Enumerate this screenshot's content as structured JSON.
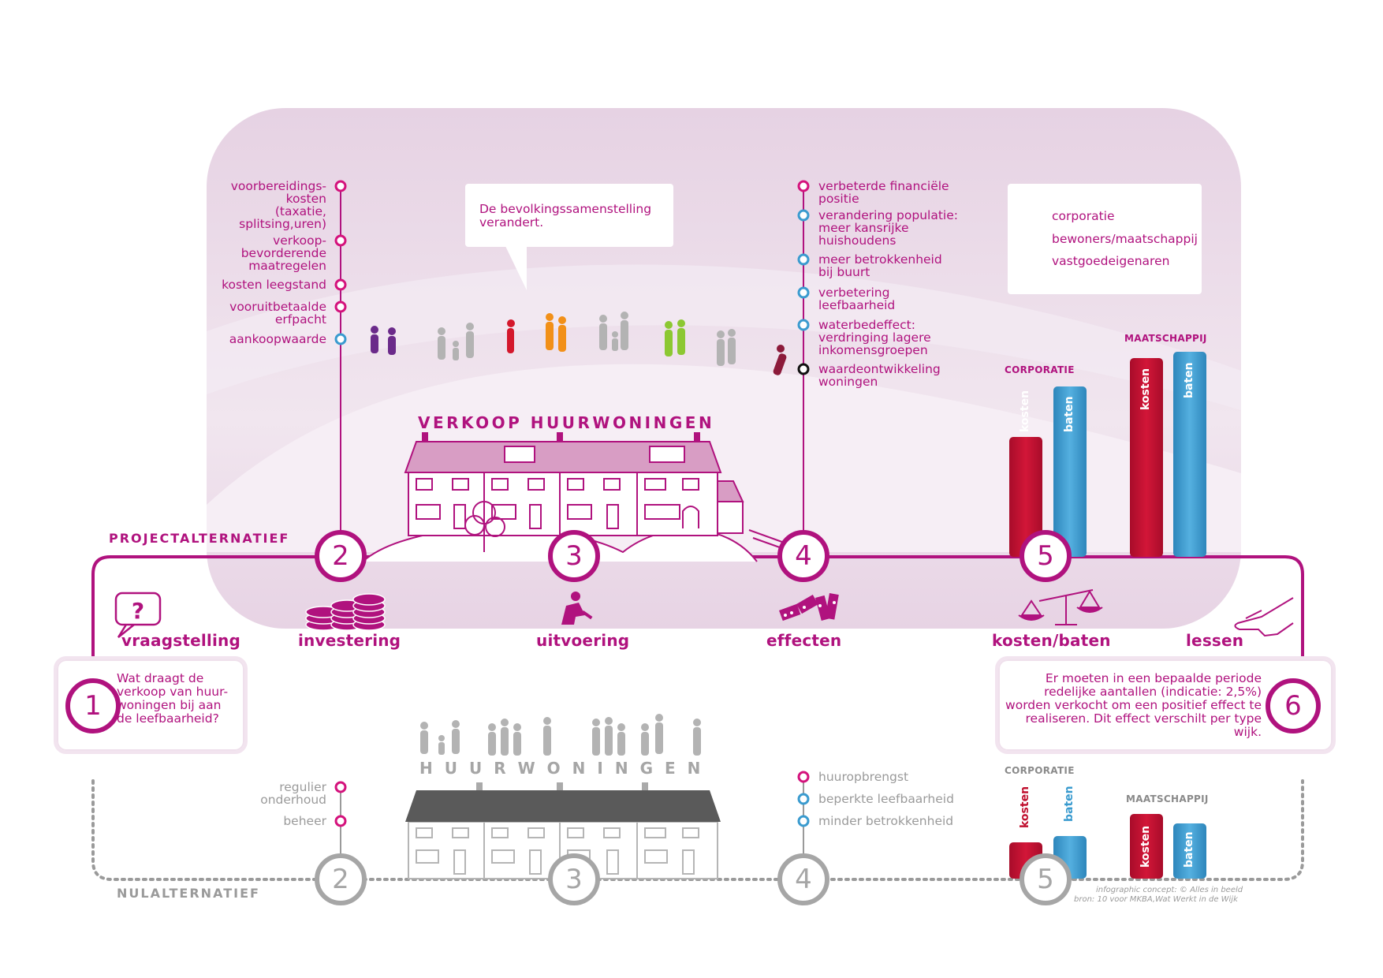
{
  "title": "VERKOOP HUURWONINGEN",
  "null_title": "HUURWONINGEN",
  "sections": {
    "project": "PROJECTALTERNATIEF",
    "null": "NULALTERNATIEF"
  },
  "steps": [
    {
      "num": "1",
      "label": "vraagstelling"
    },
    {
      "num": "2",
      "label": "investering"
    },
    {
      "num": "3",
      "label": "uitvoering"
    },
    {
      "num": "4",
      "label": "effecten"
    },
    {
      "num": "5",
      "label": "kosten/baten"
    },
    {
      "num": "6",
      "label": "lessen"
    }
  ],
  "question": "Wat draagt de verkoop van huur-woningen bij aan de leefbaarheid?",
  "lesson": "Er moeten in een bepaalde periode redelijke aantallen (indicatie: 2,5%) worden verkocht om een positief effect te realiseren. Dit effect verschilt per type wijk.",
  "speech": "De bevolkingssamenstelling verandert.",
  "project_costs": [
    {
      "text": "voorbereidings-\nkosten\n(taxatie,\nsplitsing,uren)",
      "group": "corporatie"
    },
    {
      "text": "verkoop-\nbevorderende\nmaatregelen",
      "group": "corporatie"
    },
    {
      "text": "kosten leegstand",
      "group": "corporatie"
    },
    {
      "text": "vooruitbetaalde\nerfpacht",
      "group": "corporatie"
    },
    {
      "text": "aankoopwaarde",
      "group": "bewoners"
    }
  ],
  "project_effects": [
    {
      "text": "verbeterde financiële\npositie",
      "group": "corporatie"
    },
    {
      "text": "verandering populatie:\nmeer kansrijke\nhuishoudens",
      "group": "bewoners"
    },
    {
      "text": "meer betrokkenheid\nbij buurt",
      "group": "bewoners"
    },
    {
      "text": "verbetering\nleefbaarheid",
      "group": "bewoners"
    },
    {
      "text": "waterbedeffect:\nverdringing lagere\ninkomensgroepen",
      "group": "bewoners"
    },
    {
      "text": "waardeontwikkeling\nwoningen",
      "group": "vastgoed"
    }
  ],
  "null_costs": [
    {
      "text": "regulier\nonderhoud",
      "group": "corporatie"
    },
    {
      "text": "beheer",
      "group": "corporatie"
    }
  ],
  "null_effects": [
    {
      "text": "huuropbrengst",
      "group": "corporatie"
    },
    {
      "text": "beperkte leefbaarheid",
      "group": "bewoners"
    },
    {
      "text": "minder betrokkenheid",
      "group": "bewoners"
    }
  ],
  "legend": [
    {
      "label": "corporatie",
      "color": "#d4127c"
    },
    {
      "label": "bewoners/maatschappij",
      "color": "#3a9bcf"
    },
    {
      "label": "vastgoedeigenaren",
      "color": "#111111"
    }
  ],
  "bar_groups": {
    "corporatie": "CORPORATIE",
    "maatschappij": "MAATSCHAPPIJ",
    "kosten": "kosten",
    "baten": "baten"
  },
  "credits": {
    "line1": "infographic concept: © Alles in beeld",
    "line2": "bron:  10 voor MKBA,Wat Werkt in de Wijk"
  },
  "colors": {
    "magenta": "#b0127e",
    "pink": "#d4127c",
    "blue": "#3a9bcf",
    "red": "#c0102f",
    "grey": "#9a9a9a",
    "bg": "#ead8e7"
  }
}
